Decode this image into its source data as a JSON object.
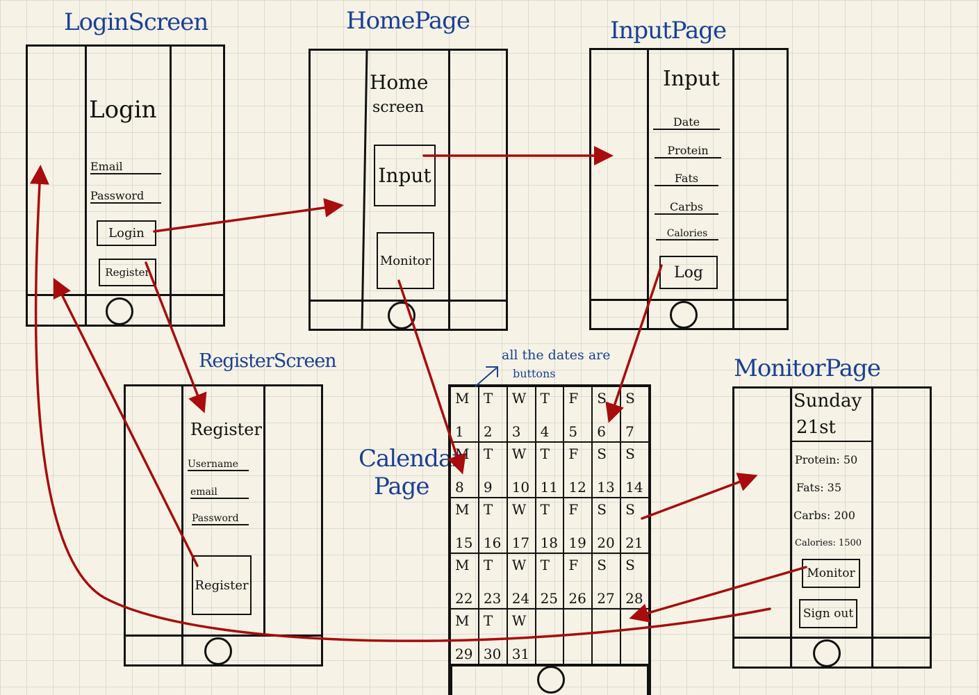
{
  "titles": {
    "login": "LoginScreen",
    "home": "HomePage",
    "input": "InputPage",
    "register": "RegisterScreen",
    "calendar_line1": "Calendar",
    "calendar_line2": "Page",
    "monitor": "MonitorPage"
  },
  "note": {
    "line1": "all the dates are",
    "line2": "buttons"
  },
  "login": {
    "heading": "Login",
    "email": "Email",
    "password": "Password",
    "login_button": "Login",
    "register_button": "Register"
  },
  "home": {
    "heading_line1": "Home",
    "heading_line2": "screen",
    "input_button": "Input",
    "monitor_button": "Monitor"
  },
  "input": {
    "heading": "Input",
    "date": "Date",
    "protein": "Protein",
    "fats": "Fats",
    "carbs": "Carbs",
    "calories": "Calories",
    "log_button": "Log"
  },
  "register": {
    "heading": "Register",
    "username": "Username",
    "email": "email",
    "password": "Password",
    "register_button": "Register"
  },
  "calendar": {
    "weekdays": [
      "M",
      "T",
      "W",
      "T",
      "F",
      "S",
      "S"
    ],
    "weeks": [
      [
        "1",
        "2",
        "3",
        "4",
        "5",
        "6",
        "7"
      ],
      [
        "8",
        "9",
        "10",
        "11",
        "12",
        "13",
        "14"
      ],
      [
        "15",
        "16",
        "17",
        "18",
        "19",
        "20",
        "21"
      ],
      [
        "22",
        "23",
        "24",
        "25",
        "26",
        "27",
        "28"
      ],
      [
        "29",
        "30",
        "31",
        "",
        "",
        "",
        ""
      ]
    ]
  },
  "monitor": {
    "day": "Sunday",
    "date": "21st",
    "protein": "Protein: 50",
    "fats": "Fats: 35",
    "carbs": "Carbs: 200",
    "calories": "Calories: 1500",
    "monitor_button": "Monitor",
    "signout_button": "Sign out"
  },
  "colors": {
    "title_blue": "#1a3f95",
    "arrow_red": "#a80c0c",
    "ink": "#111111"
  }
}
